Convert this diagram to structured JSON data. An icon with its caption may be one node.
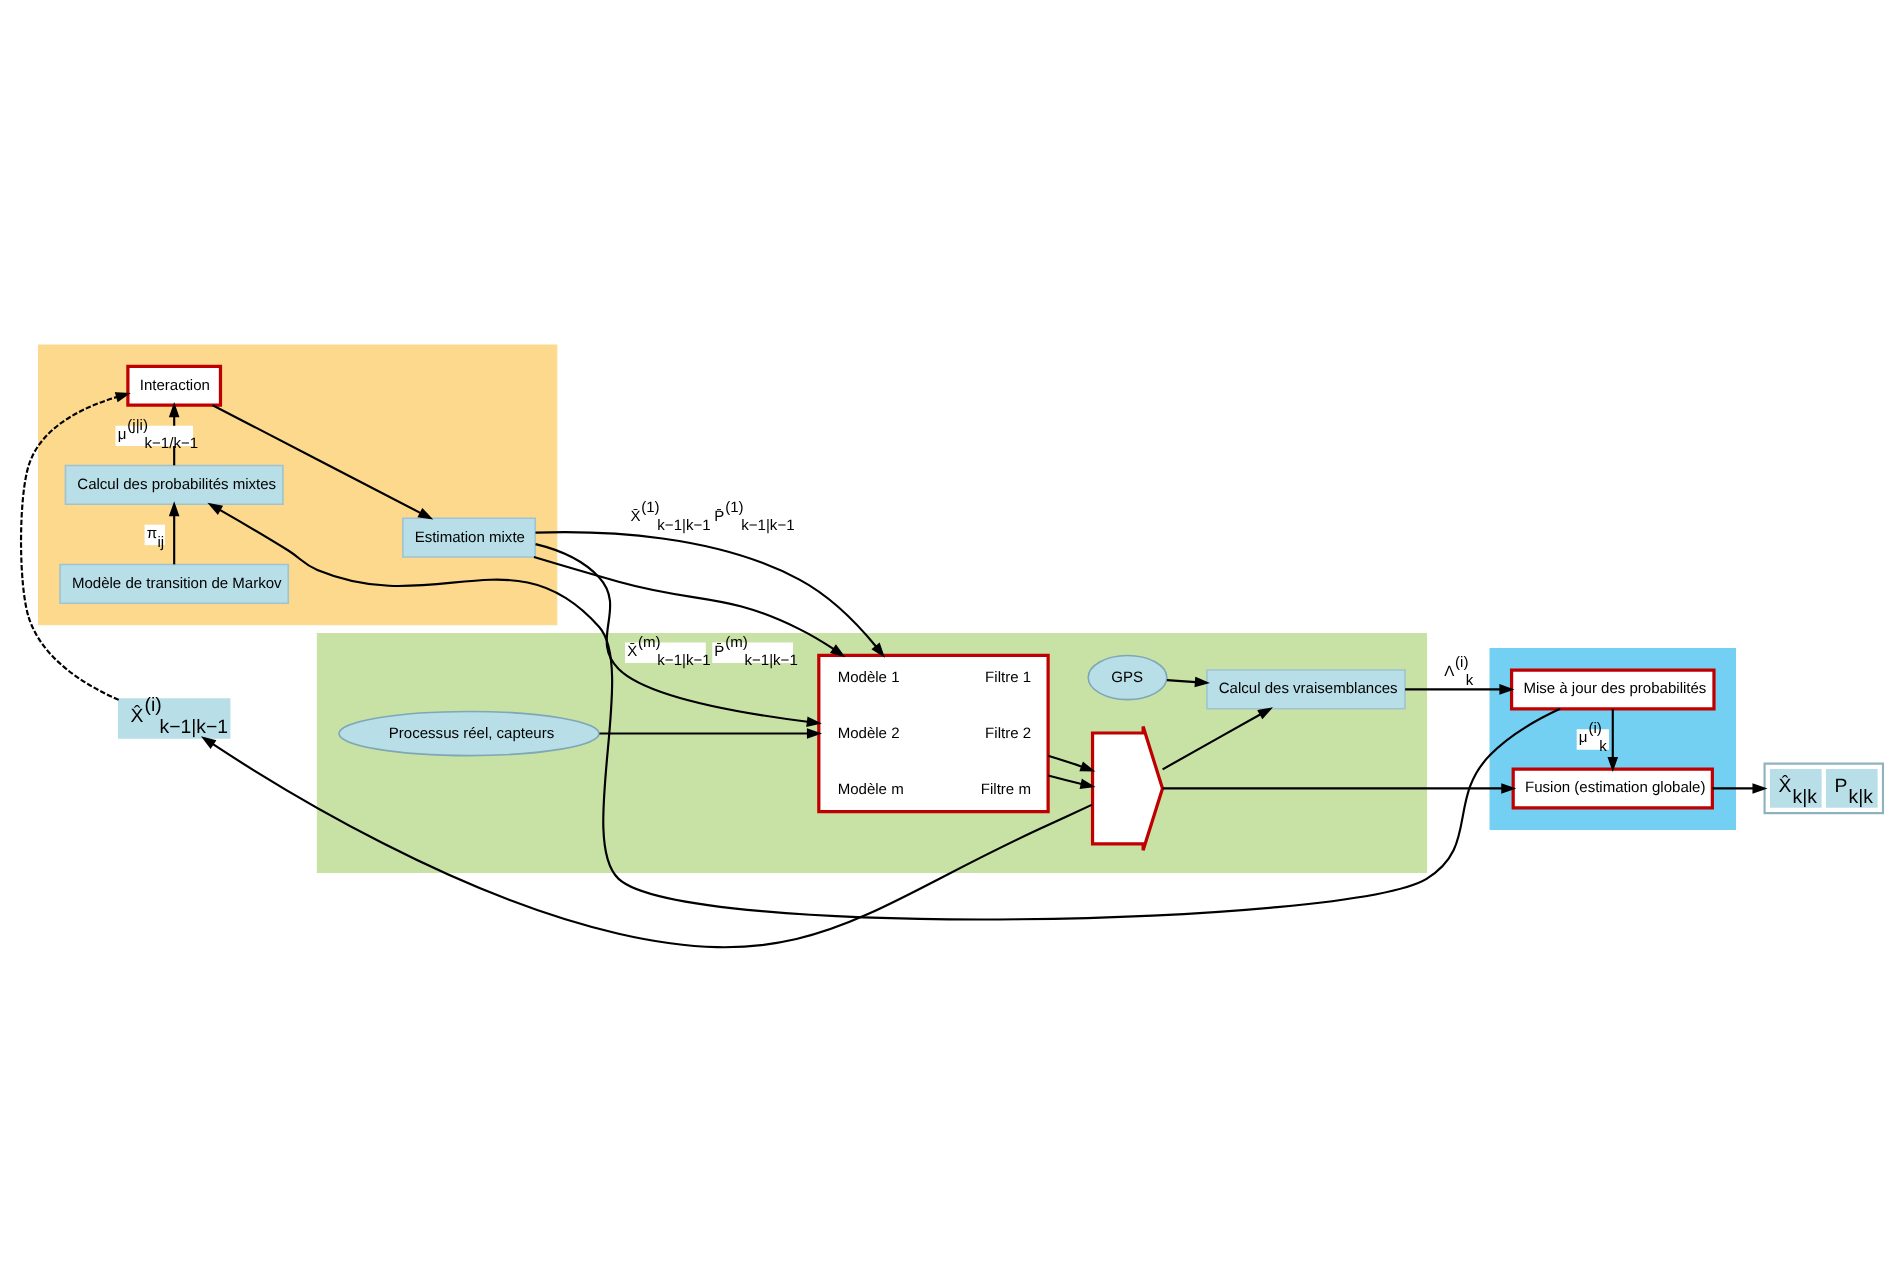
{
  "diagram": {
    "nodes": [
      {
        "text": [],
        "shape": "band"
      },
      {
        "text": [],
        "shape": "band"
      },
      {
        "text": [],
        "shape": "band"
      },
      {
        "text": [
          "X̂$^{(i)}$$_{k−1|k−1}$"
        ]
      },
      {
        "text": [
          "Interaction"
        ],
        "in": 0
      },
      {
        "text": [
          "Estimation mixte"
        ],
        "in": 0
      },
      {
        "text": [
          "Calcul des probabilités mixtes"
        ],
        "in": 0
      },
      {
        "text": [
          "Modèle de transition de Markov"
        ],
        "in": 0
      },
      {
        "text": [
          "Modèle 1",
          "Filtre 1",
          "Modèle 2",
          "Filtre 2",
          "Modèle m",
          "Filtre m"
        ],
        "in": 1
      },
      {
        "text": [],
        "shape": "arrow",
        "in": 1
      },
      {
        "text": [
          "Calcul des vraisemblances"
        ],
        "in": 1
      },
      {
        "text": [
          "Processus réel, capteurs"
        ],
        "in": 1
      },
      {
        "text": [
          "GPS"
        ],
        "in": 1
      },
      {
        "text": [
          "Fusion (estimation globale)"
        ],
        "in": 2
      },
      {
        "text": [
          "Mise à jour des probabilités"
        ],
        "in": 2
      },
      {
        "text": [
          "X̂$_{k|k}$",
          "P$_{k|k}$"
        ]
      }
    ],
    "edges": [
      {
        "from": 3,
        "to": 4,
        "arrow": "to",
        "style": "dashed"
      },
      {
        "from": 4,
        "to": 5,
        "arrow": "to"
      },
      {
        "from": 5,
        "to": 8,
        "arrow": "to",
        "label": "X̄$^{(1)}$$_{k−1|k−1}$ P̄$^{(1)}$$_{k−1|k−1}$"
      },
      {
        "from": 5,
        "to": 8,
        "arrow": "to"
      },
      {
        "from": 5,
        "to": 8,
        "arrow": "to",
        "label": "X̄$^{(m)}$$_{k−1|k−1}$ P̄$^{(m)}$$_{k−1|k−1}$"
      },
      {
        "from": 8,
        "to": 9,
        "arrow": "to"
      },
      {
        "from": 8,
        "to": 9,
        "arrow": "to"
      },
      {
        "from": 9,
        "to": 3,
        "arrow": "to"
      },
      {
        "from": 9,
        "to": 13,
        "arrow": "to"
      },
      {
        "from": 9,
        "to": 10,
        "arrow": "to"
      },
      {
        "from": 11,
        "to": 8,
        "arrow": "to"
      },
      {
        "from": 12,
        "to": 10,
        "arrow": "to"
      },
      {
        "from": 10,
        "to": 14,
        "arrow": "to",
        "label": "Λ$^{(i)}$$_{k}$"
      },
      {
        "from": 14,
        "to": 13,
        "arrow": "to",
        "label": "μ$^{(i)}$$_{k}$"
      },
      {
        "from": 13,
        "to": 15,
        "arrow": "to"
      },
      {
        "from": 14,
        "to": 6,
        "arrow": "to"
      },
      {
        "from": 6,
        "to": 4,
        "arrow": "to",
        "label": "μ$^{(j|i)}$$_{k−1/k−1}$"
      },
      {
        "from": 7,
        "to": 6,
        "arrow": "to",
        "label": "π$_{ij}$"
      }
    ]
  }
}
